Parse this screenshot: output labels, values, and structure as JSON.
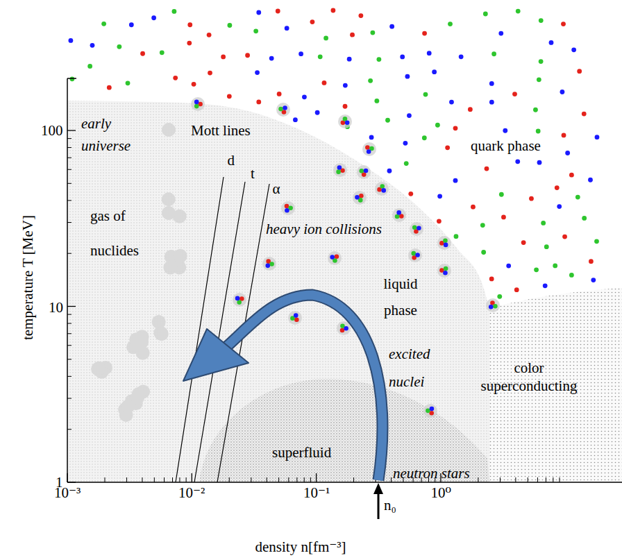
{
  "diagram": {
    "labels": [
      "temperature T [MeV]",
      "density n[fm⁻³]",
      "100",
      "10",
      "1",
      "10⁻³",
      "10⁻²",
      "10⁻¹",
      "10⁰",
      "n₀",
      "early universe",
      "Mott lines",
      "d",
      "t",
      "α",
      "gas of nuclides",
      "heavy ion collisions",
      "liquid phase",
      "excited nuclei",
      "quark phase",
      "color superconducting",
      "superfluid",
      "neutron stars"
    ]
  }
}
